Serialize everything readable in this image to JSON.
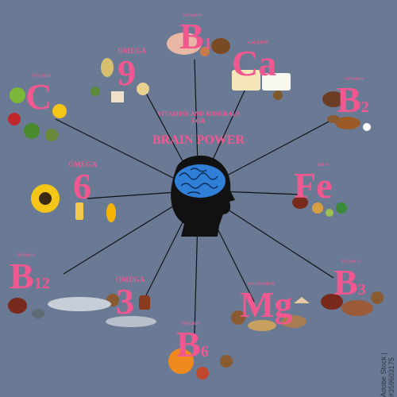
{
  "title": {
    "line1": "VITAMINS AND MINERALS",
    "line2": "FOR",
    "line3": "BRAIN POWER"
  },
  "nutrients": [
    {
      "id": "b1",
      "small": "VITAMIN",
      "big": "B",
      "sub": "1"
    },
    {
      "id": "ca",
      "small": "CALCIUM",
      "big": "Ca",
      "sub": ""
    },
    {
      "id": "b2",
      "small": "VITAMIN",
      "big": "B",
      "sub": "2"
    },
    {
      "id": "fe",
      "small": "IRON",
      "big": "Fe",
      "sub": ""
    },
    {
      "id": "b3",
      "small": "VITAMIN",
      "big": "B",
      "sub": "3"
    },
    {
      "id": "mg",
      "small": "MAGNESIUM",
      "big": "Mg",
      "sub": ""
    },
    {
      "id": "b6",
      "small": "VITAMIN",
      "big": "B",
      "sub": "6"
    },
    {
      "id": "o3",
      "small": "OMEGA",
      "big": "3",
      "sub": ""
    },
    {
      "id": "b12",
      "small": "VITAMIN",
      "big": "B",
      "sub": "12"
    },
    {
      "id": "o6",
      "small": "OMEGA",
      "big": "6",
      "sub": ""
    },
    {
      "id": "c",
      "small": "VITAMIN",
      "big": "C",
      "sub": ""
    },
    {
      "id": "o9",
      "small": "OMEGA",
      "big": "9",
      "sub": ""
    }
  ],
  "watermark": "Adobe Stock | #359603175",
  "colors": {
    "background": "#6b7a94",
    "accent": "#f2588f",
    "brain": "#2f7fd6",
    "head": "#111111"
  }
}
